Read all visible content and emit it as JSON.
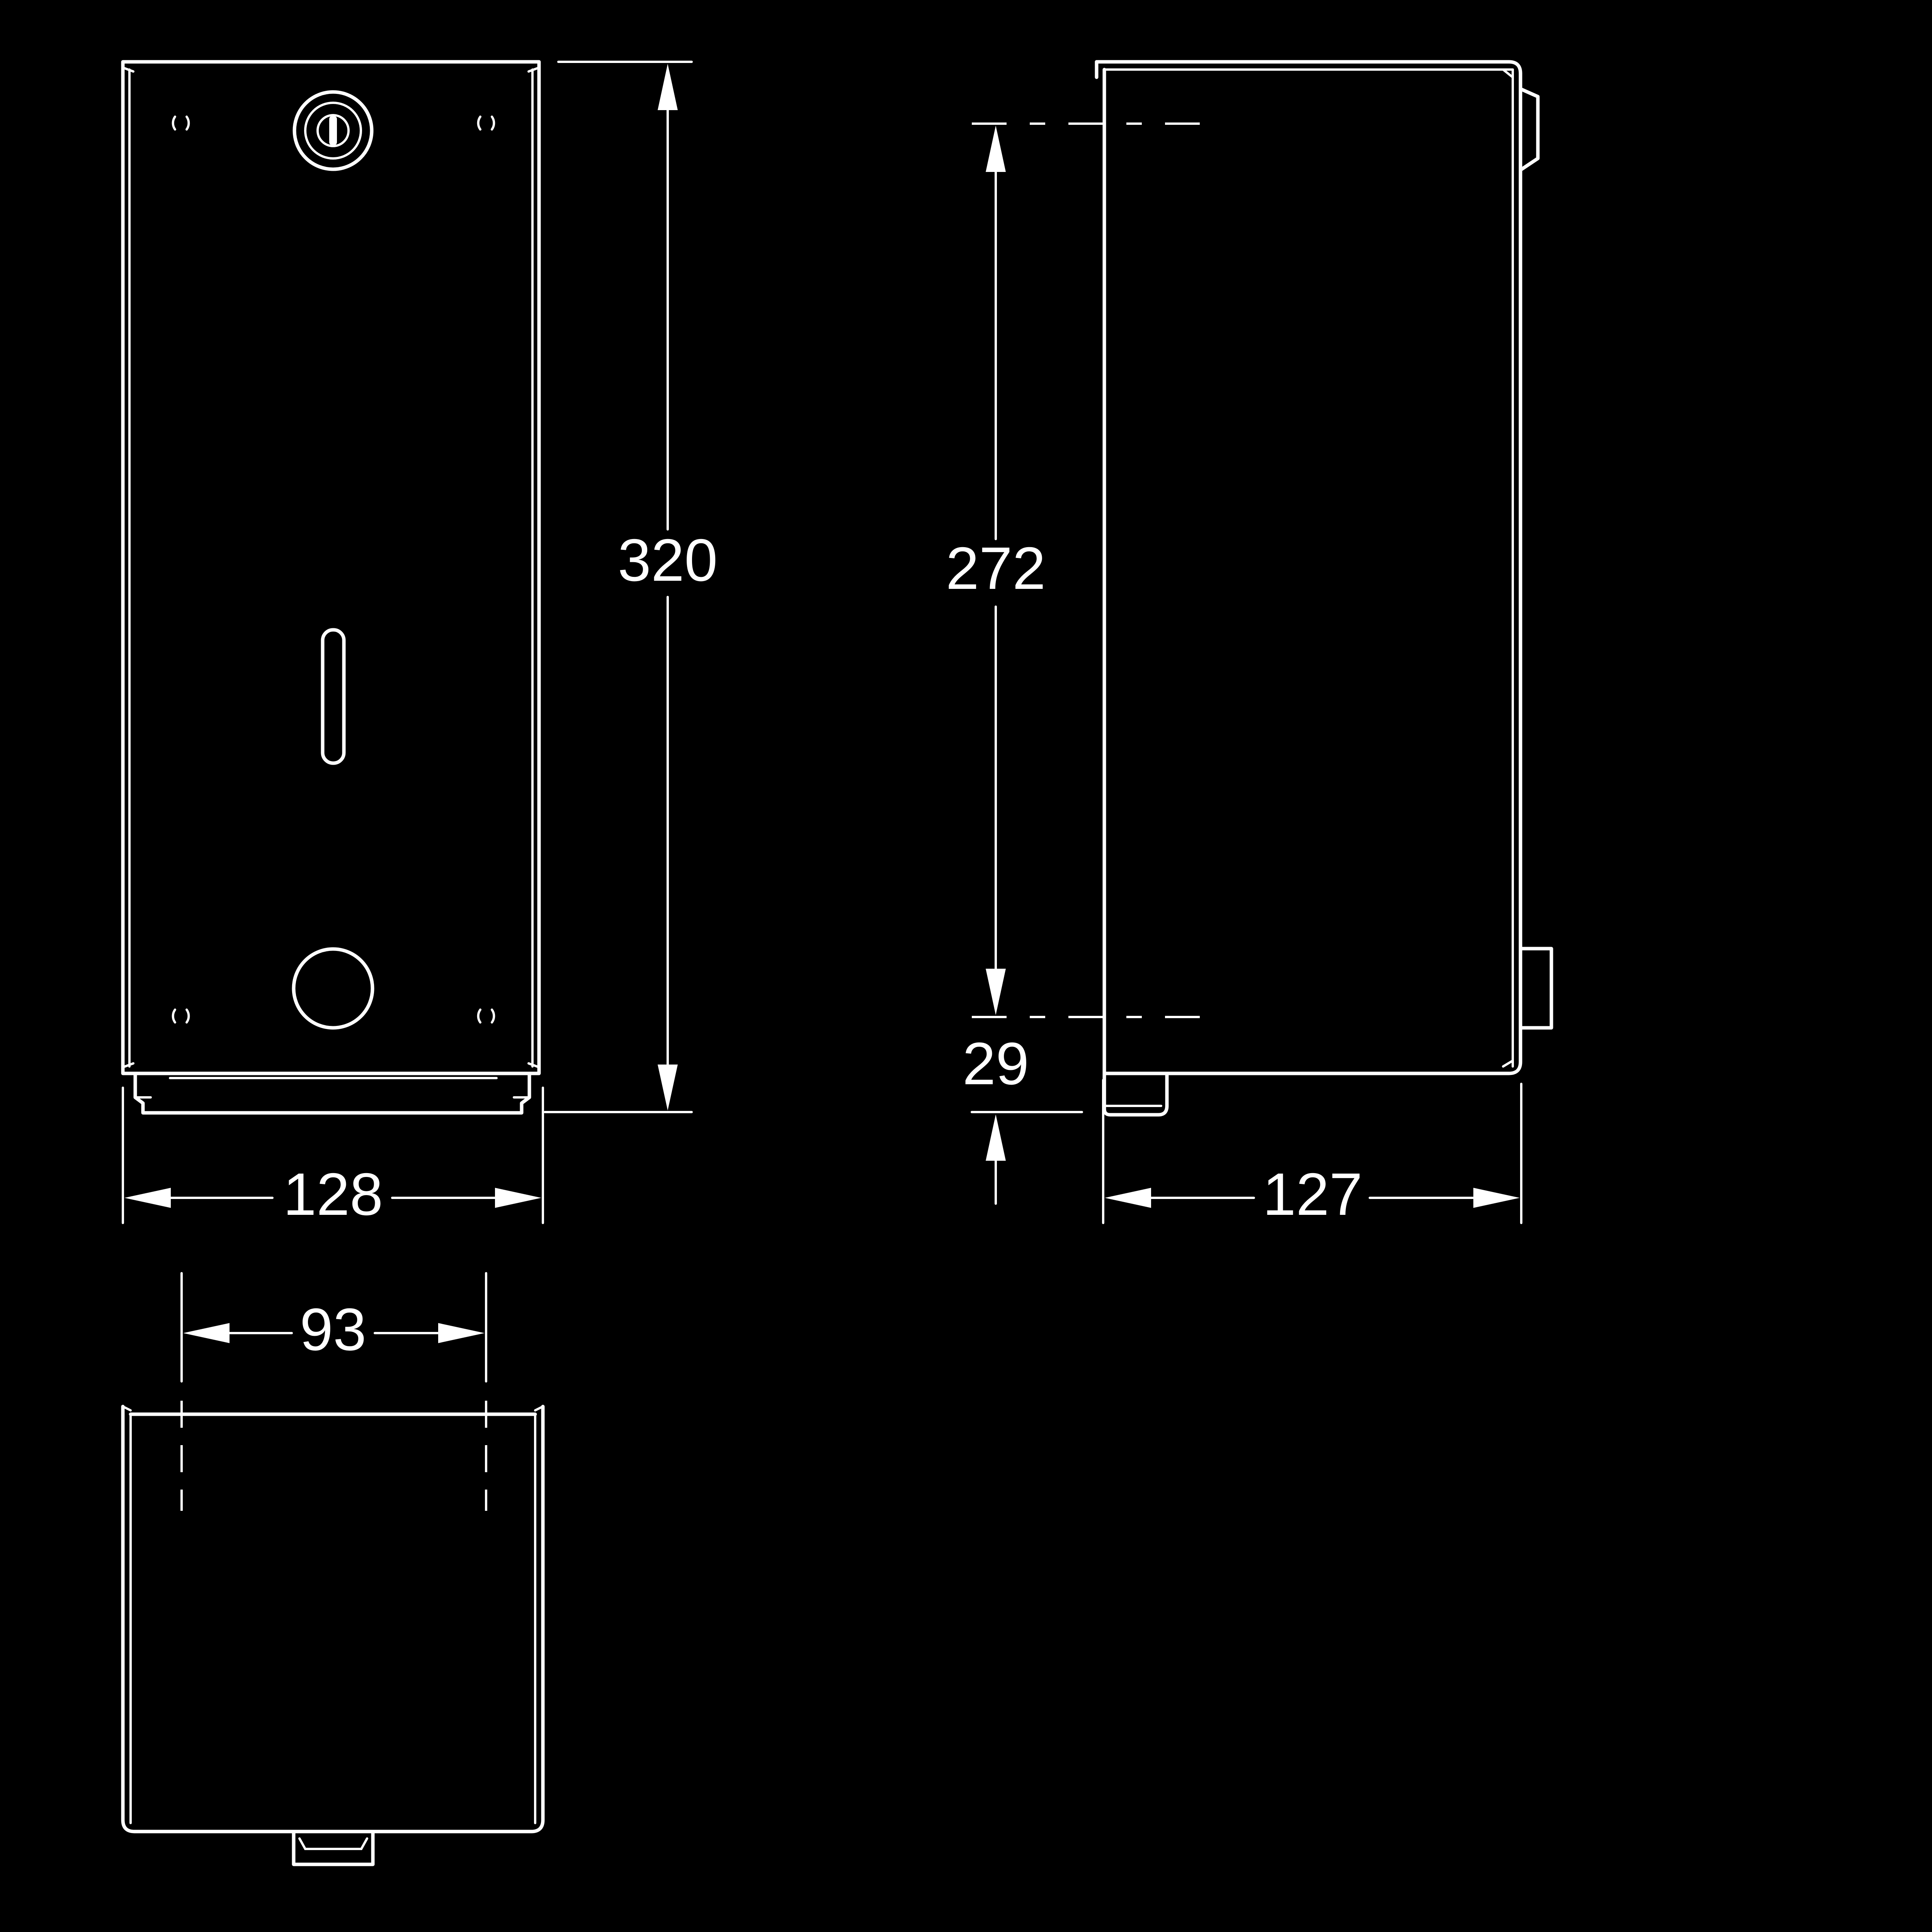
{
  "dimensions": {
    "front_height": "320",
    "front_width": "128",
    "bottom_hole_spacing": "93",
    "side_hole_spacing": "272",
    "side_bottom_offset": "29",
    "side_depth": "127"
  },
  "colors": {
    "background": "#000000",
    "line": "#ffffff"
  }
}
